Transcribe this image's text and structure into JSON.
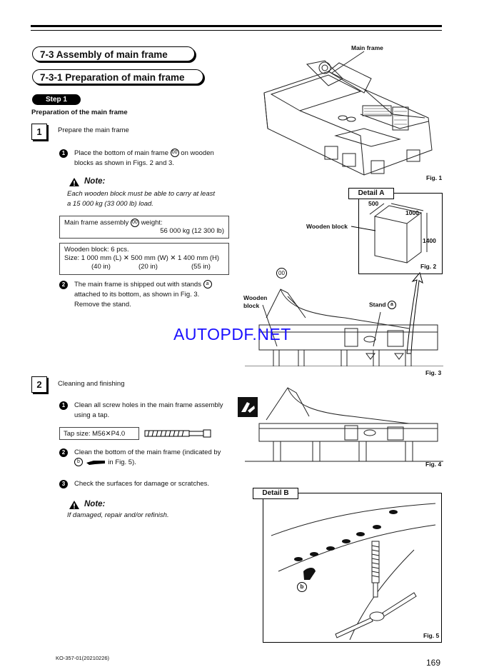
{
  "section": {
    "title": "7-3  Assembly of main frame"
  },
  "subsection": {
    "title": "7-3-1  Preparation of main frame"
  },
  "step_pill": "Step 1",
  "heading": "Preparation of the main frame",
  "step1": {
    "num": "1",
    "title": "Prepare the main frame",
    "b1_num": "1",
    "b1_l1a": "Place the bottom of main frame",
    "b1_ref": "00",
    "b1_l1b": "on wooden",
    "b1_l2": "blocks as shown in Figs. 2 and 3.",
    "note_title": "Note:",
    "note_l1": "Each wooden block must be able to carry at least",
    "note_l2": "a 15 000 kg (33 000 lb) load.",
    "box1_a": "Main frame assembly",
    "box1_ref": "00",
    "box1_b": "weight:",
    "box1_val": "56 000 kg (12 300 lb)",
    "box2_l1": "Wooden block: 6 pcs.",
    "box2_l2a": "Size:  1 000 mm (L)",
    "box2_l2b": "500 mm (W)",
    "box2_l2c": "1 400 mm (H)",
    "box2_x": "✕",
    "box2_l3a": "(40 in)",
    "box2_l3b": "(20 in)",
    "box2_l3c": "(55 in)",
    "b2_num": "2",
    "b2_l1a": "The main frame is shipped out with stands",
    "b2_ref": "a",
    "b2_l2": "attached to its bottom, as shown in Fig. 3.",
    "b2_l3": "Remove the stand."
  },
  "step2": {
    "num": "2",
    "title": "Cleaning and finishing",
    "b1_num": "1",
    "b1_l1": "Clean all screw holes in the main frame assembly",
    "b1_l2": "using a tap.",
    "tap_label": "Tap size: M56",
    "tap_x": "✕",
    "tap_val": "P4.0",
    "b2_num": "2",
    "b2_l1": "Clean the bottom of the main frame (indicated by",
    "b2_ref": "b",
    "b2_l2": "in Fig. 5).",
    "b3_num": "3",
    "b3_l1": "Check the surfaces for damage or scratches.",
    "note_title": "Note:",
    "note_l1": "If damaged, repair and/or refinish."
  },
  "figures": {
    "fig1_label": "Main frame",
    "fig1": "Fig. 1",
    "detail_a": "Detail A",
    "dim_500": "500",
    "dim_1000": "1000",
    "dim_1400": "1400",
    "wooden_block": "Wooden block",
    "fig2": "Fig. 2",
    "fig3_ref": "00",
    "fig3_wooden_l1": "Wooden",
    "fig3_wooden_l2": "block",
    "fig3_stand": "Stand",
    "fig3_stand_ref": "a",
    "fig3": "Fig. 3",
    "fig4": "Fig. 4",
    "detail_b": "Detail B",
    "fig5_ref": "b",
    "fig5": "Fig. 5"
  },
  "watermark": "AUTOPDF.NET",
  "footer": {
    "code": "KO-357-01(20210226)",
    "page": "169"
  }
}
